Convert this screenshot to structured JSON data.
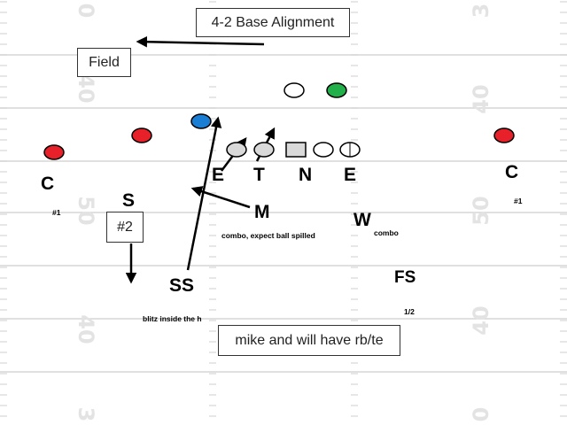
{
  "title": "4-2 Base Alignment",
  "callouts": {
    "field": "Field",
    "number_two": "#2",
    "footer": "mike and will have rb/te"
  },
  "yard_markers": {
    "left": [
      "0",
      "40",
      "50",
      "40",
      "3"
    ],
    "right": [
      "3",
      "40",
      "50",
      "40",
      "0"
    ]
  },
  "players": {
    "c_left": "C",
    "s": "S",
    "e_left": "E",
    "t": "T",
    "n": "N",
    "e_right": "E",
    "m": "M",
    "w": "W",
    "ss": "SS",
    "fs": "FS",
    "c_right": "C"
  },
  "notes": {
    "c_left": "#1",
    "c_right": "#1",
    "m": "combo, expect ball spilled",
    "w": "combo",
    "ss": "blitz inside the h",
    "fs": "1/2"
  },
  "colors": {
    "red": "#e8202a",
    "blue": "#1a7fd4",
    "green": "#22b04a",
    "gray": "#d9d9d9"
  }
}
